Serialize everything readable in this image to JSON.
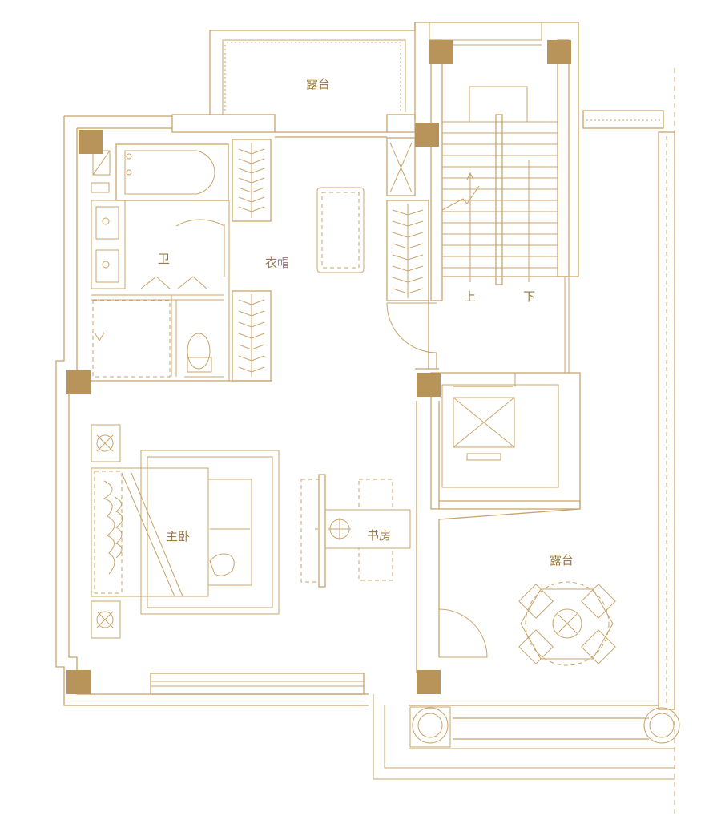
{
  "rooms": {
    "terrace_north": "露台",
    "bathroom": "卫",
    "closet": "衣帽",
    "master_bedroom": "主卧",
    "study": "书房",
    "terrace_east": "露台"
  },
  "stairs": {
    "up": "上",
    "down": "下"
  },
  "colors": {
    "line": "#c8a46a",
    "column": "#b8945a",
    "label": "#9a7a48"
  }
}
